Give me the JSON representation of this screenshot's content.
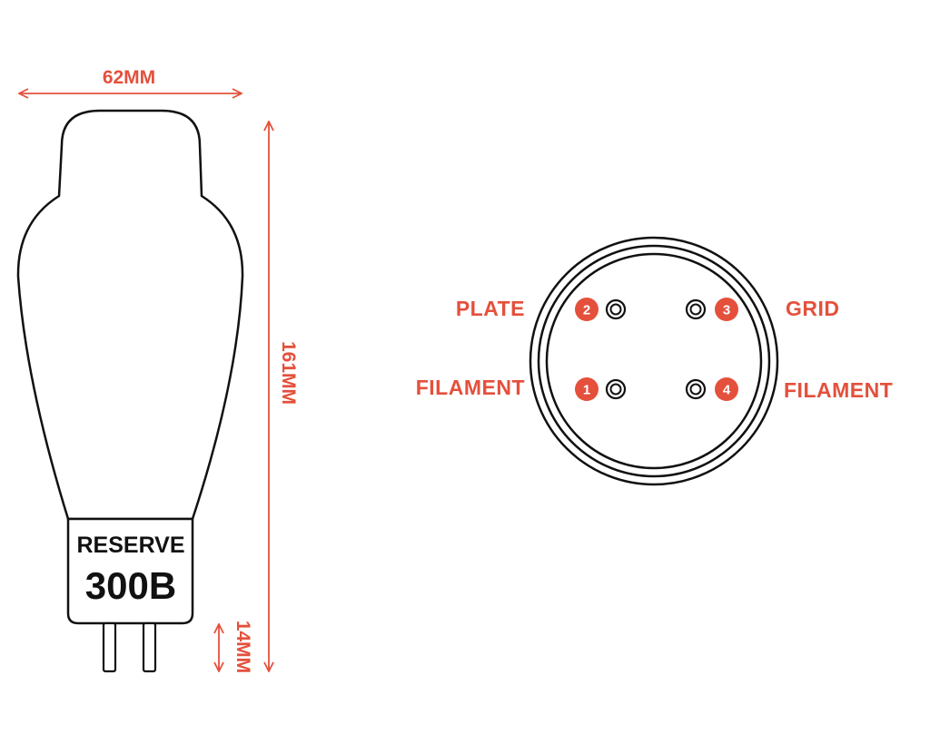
{
  "colors": {
    "accent": "#e4503c",
    "outline": "#111111"
  },
  "tube": {
    "brand": "RESERVE",
    "model": "300B"
  },
  "dimensions": {
    "width": "62MM",
    "height": "161MM",
    "pin_length": "14MM"
  },
  "pinout": [
    {
      "number": "2",
      "label": "PLATE"
    },
    {
      "number": "3",
      "label": "GRID"
    },
    {
      "number": "1",
      "label": "FILAMENT"
    },
    {
      "number": "4",
      "label": "FILAMENT"
    }
  ]
}
